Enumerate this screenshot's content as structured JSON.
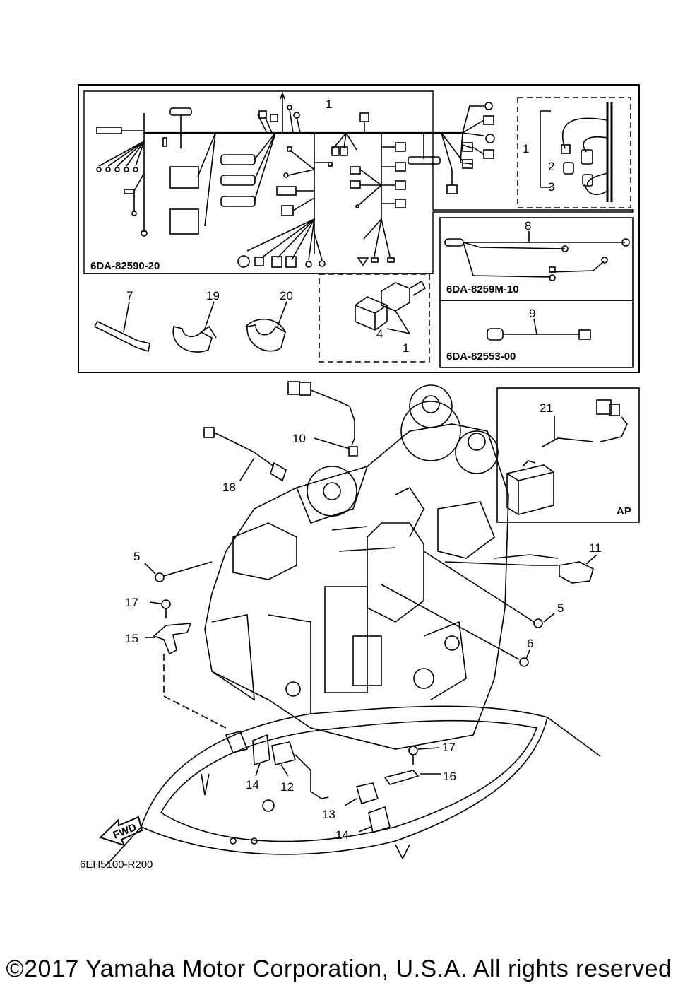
{
  "boxes": {
    "harness_code": "6DA-82590-20",
    "lead_code": "6DA-8259M-10",
    "sensor_lead_code": "6DA-82553-00",
    "accessory_tag": "AP"
  },
  "callouts": {
    "c1_main": "1",
    "c1_right": "1",
    "c2_right": "2",
    "c3_right": "3",
    "c4": "4",
    "c1_relay": "1",
    "c7": "7",
    "c19": "19",
    "c20": "20",
    "c8": "8",
    "c9": "9",
    "c10": "10",
    "c18": "18",
    "c21": "21",
    "c5_left": "5",
    "c11": "11",
    "c17_left": "17",
    "c5_right": "5",
    "c15": "15",
    "c6": "6",
    "c17_bottom": "17",
    "c14_left": "14",
    "c12": "12",
    "c16": "16",
    "c13": "13",
    "c14_bottom": "14"
  },
  "direction_label": "FWD",
  "figure_code": "6EH5100-R200",
  "copyright": "©2017 Yamaha Motor Corporation, U.S.A. All rights reserved"
}
